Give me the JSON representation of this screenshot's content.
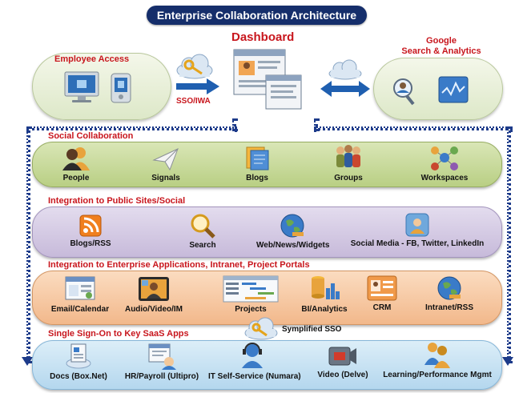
{
  "title": "Enterprise Collaboration Architecture",
  "dashboard": "Dashboard",
  "employee_access": "Employee Access",
  "google": "Google\nSearch & Analytics",
  "sso_iwa": "SSO/IWA",
  "sections": {
    "social": {
      "title": "Social Collaboration",
      "items": [
        "People",
        "Signals",
        "Blogs",
        "Groups",
        "Workspaces"
      ]
    },
    "public": {
      "title": "Integration to Public Sites/Social",
      "items": [
        "Blogs/RSS",
        "Search",
        "Web/News/Widgets",
        "Social Media - FB, Twitter, LinkedIn"
      ]
    },
    "enterprise": {
      "title": "Integration to Enterprise Applications, Intranet, Project Portals",
      "items": [
        "Email/Calendar",
        "Audio/Video/IM",
        "Projects",
        "BI/Analytics",
        "CRM",
        "Intranet/RSS"
      ]
    },
    "sso": {
      "title": "Single Sign-On to Key SaaS Apps",
      "badge": "Symplified SSO",
      "items": [
        "Docs (Box.Net)",
        "HR/Payroll (Ultipro)",
        "IT Self-Service (Numara)",
        "Video (Delve)",
        "Learning/Performance Mgmt"
      ]
    }
  },
  "icons": {
    "people": "people-icon",
    "signals": "paper-plane-icon",
    "blogs": "blog-notes-icon",
    "groups": "group-icon",
    "workspaces": "workspace-network-icon"
  }
}
